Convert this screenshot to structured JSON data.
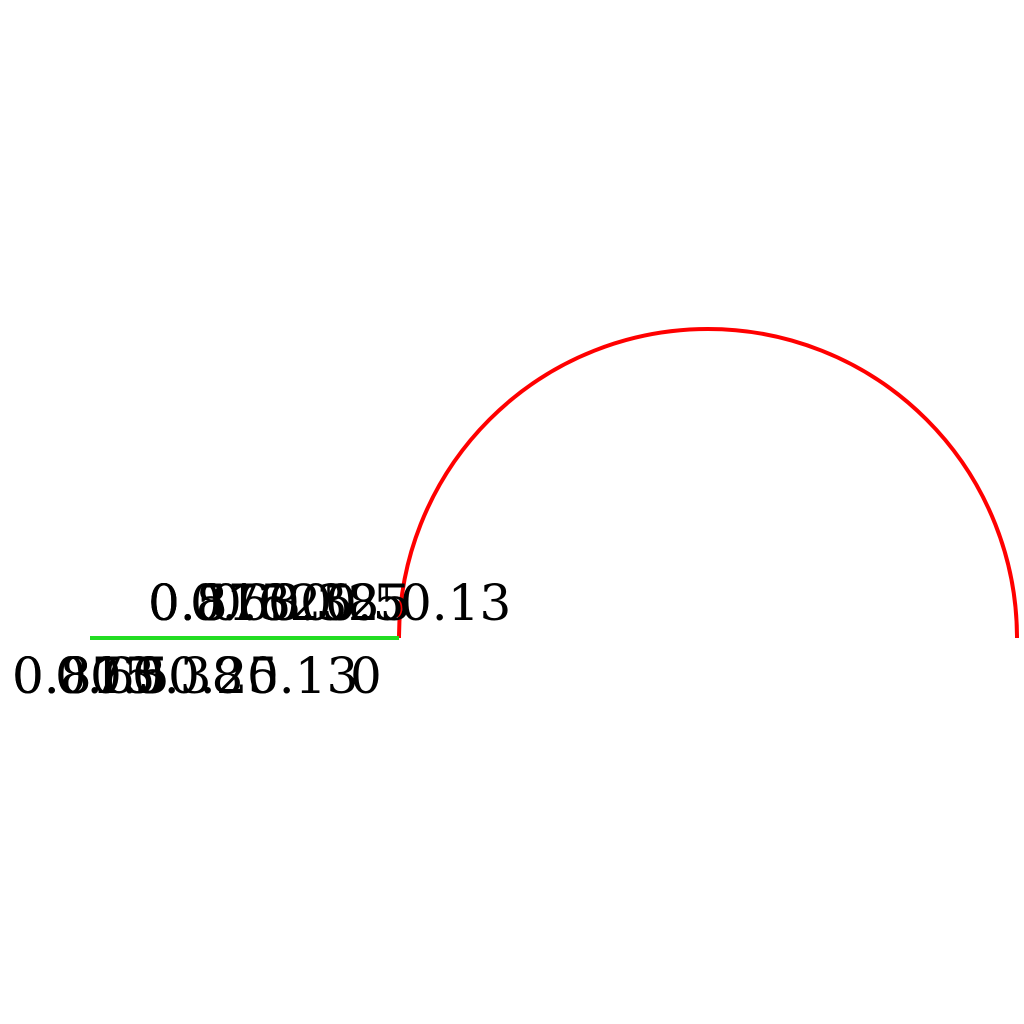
{
  "colors": {
    "background": "#ffffff",
    "arc": "#ff0000",
    "segment": "#22dd22",
    "text": "#000000"
  },
  "top_labels": [
    "0.5",
    "0.875",
    "0.813",
    "0.63",
    "0.625",
    "0.38",
    "0.25",
    "0.5",
    "0.13"
  ],
  "bottom_labels": [
    "0.875",
    "0.813",
    "0.63",
    "0.5",
    "0.38",
    "0.25",
    "0.13",
    "0"
  ]
}
